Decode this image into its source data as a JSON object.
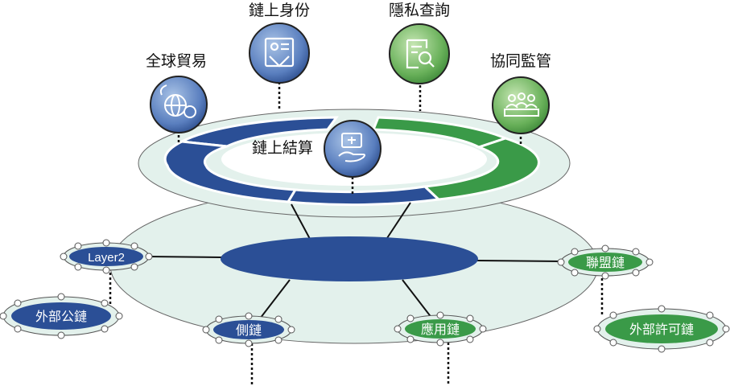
{
  "services": {
    "global_trade": {
      "label": "全球貿易",
      "icon": "globe-exchange-icon",
      "tone": "blue"
    },
    "onchain_identity": {
      "label": "鏈上身份",
      "icon": "id-card-icon",
      "tone": "blue"
    },
    "privacy_query": {
      "label": "隱私查詢",
      "icon": "document-search-icon",
      "tone": "green"
    },
    "collab_supervision": {
      "label": "協同監管",
      "icon": "people-group-icon",
      "tone": "green"
    },
    "onchain_settlement": {
      "label": "鏈上結算",
      "icon": "hand-card-icon",
      "tone": "blue"
    }
  },
  "chains": {
    "layer2": "Layer2",
    "external_public_chain": "外部公鏈",
    "side_chain": "側鏈",
    "application_chain": "應用鏈",
    "consortium_chain": "聯盟鏈",
    "external_permissioned_chain": "外部許可鏈"
  },
  "colors": {
    "blue": "#2b4f96",
    "green": "#3a9a48",
    "platform_fill": "#e3f1ec",
    "outline": "#555555"
  }
}
